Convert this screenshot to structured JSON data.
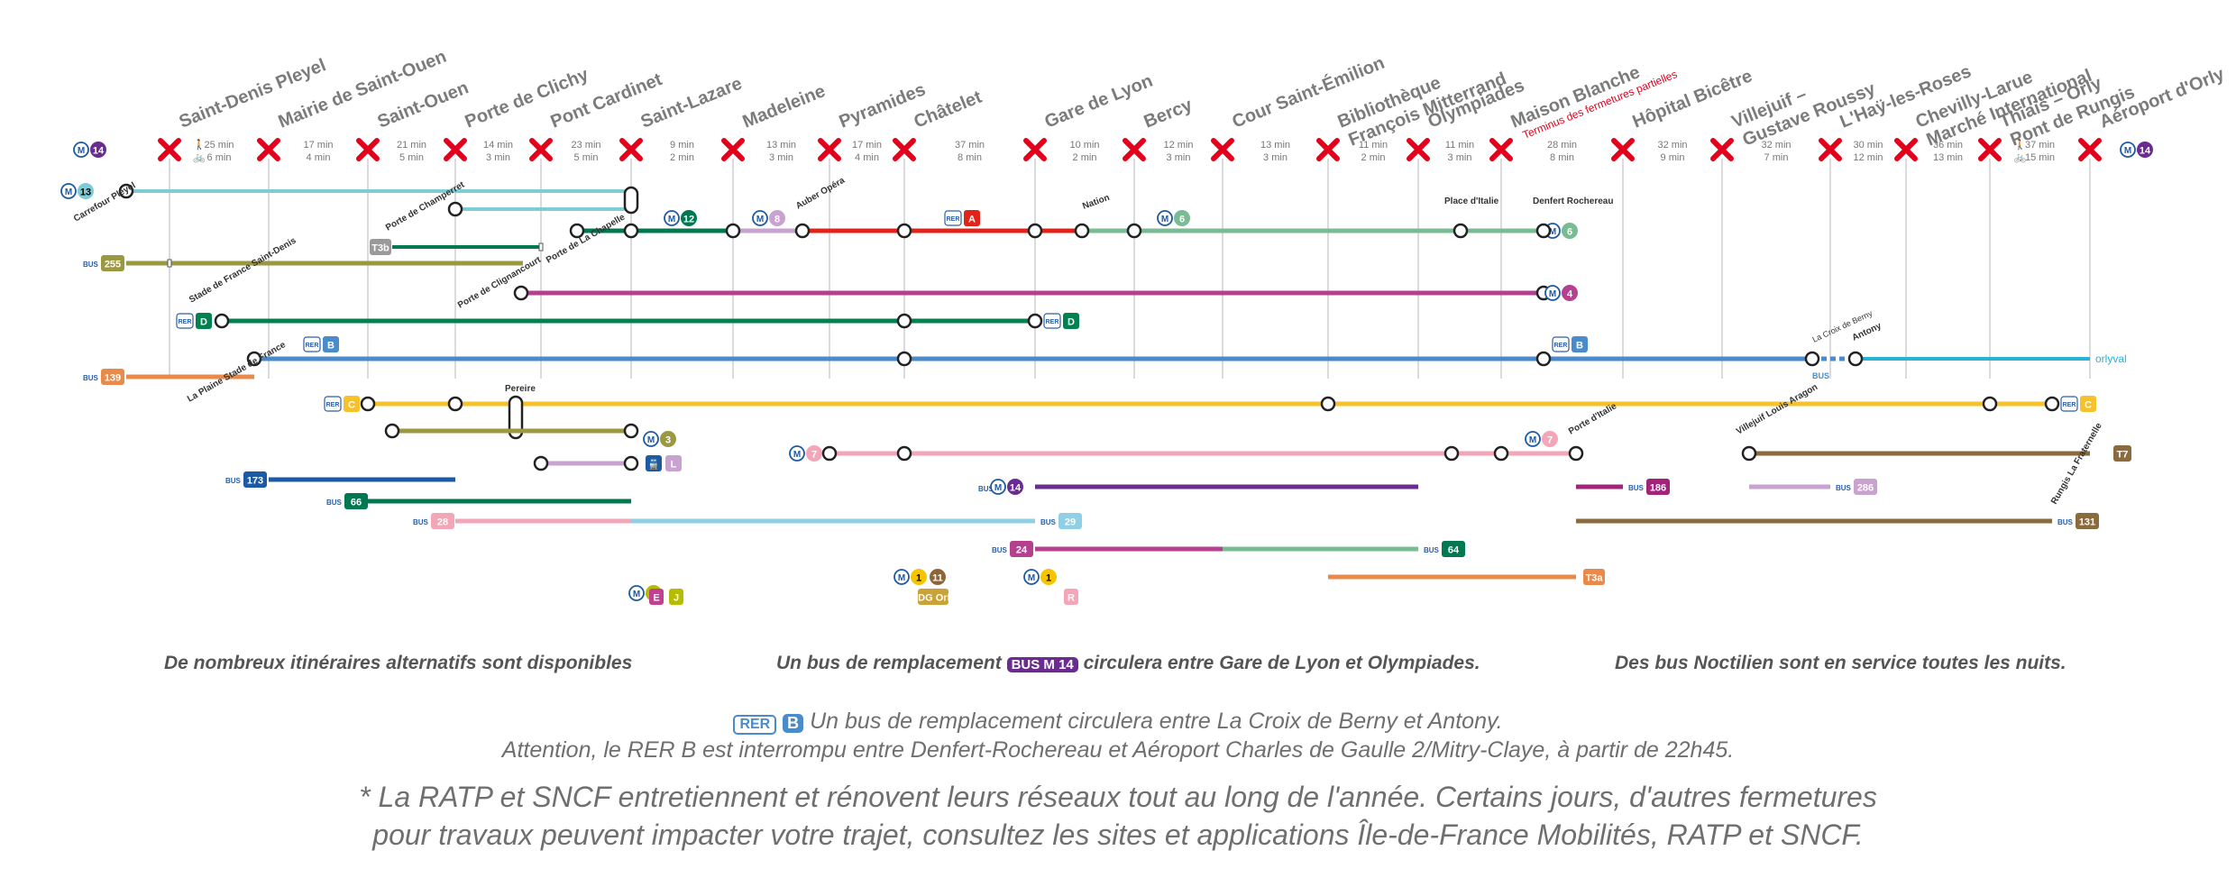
{
  "line": {
    "number": "14",
    "color": "#6a2c91",
    "metro_label": "M"
  },
  "stations": [
    {
      "name": "Saint-Denis Pleyel",
      "sub": "",
      "closed": true
    },
    {
      "name": "Mairie de Saint-Ouen",
      "sub": "",
      "closed": true
    },
    {
      "name": "Saint-Ouen",
      "sub": "",
      "closed": true
    },
    {
      "name": "Porte de Clichy",
      "sub": "",
      "closed": true
    },
    {
      "name": "Pont Cardinet",
      "sub": "",
      "closed": true
    },
    {
      "name": "Saint-Lazare",
      "sub": "",
      "closed": true
    },
    {
      "name": "Madeleine",
      "sub": "",
      "closed": true
    },
    {
      "name": "Pyramides",
      "sub": "",
      "closed": true
    },
    {
      "name": "Châtelet",
      "sub": "",
      "closed": true
    },
    {
      "name": "Gare de Lyon",
      "sub": "",
      "closed": true
    },
    {
      "name": "Bercy",
      "sub": "",
      "closed": true
    },
    {
      "name": "Cour Saint-Émilion",
      "sub": "",
      "closed": true
    },
    {
      "name": "Bibliothèque",
      "sub": "François Mitterrand",
      "closed": true
    },
    {
      "name": "Olympiades",
      "sub": "",
      "closed": true
    },
    {
      "name": "Maison Blanche",
      "sub": "Terminus des fermetures partielles",
      "closed": true
    },
    {
      "name": "Hôpital Bicêtre",
      "sub": "",
      "closed": true
    },
    {
      "name": "Villejuif –",
      "sub": "Gustave Roussy",
      "closed": true
    },
    {
      "name": "L'Haÿ-les-Roses",
      "sub": "",
      "closed": true
    },
    {
      "name": "Chevilly-Larue",
      "sub": "Marché International",
      "closed": true
    },
    {
      "name": "Thiais – Orly",
      "sub": "Pont de Rungis",
      "closed": true
    },
    {
      "name": "Aéroport d'Orly",
      "sub": "",
      "closed": true
    }
  ],
  "times": [
    {
      "top": "25 min",
      "bottom": "6 min",
      "mode": "walk-bike"
    },
    {
      "top": "17 min",
      "bottom": "4 min"
    },
    {
      "top": "21 min",
      "bottom": "5 min"
    },
    {
      "top": "14 min",
      "bottom": "3 min"
    },
    {
      "top": "23 min",
      "bottom": "5 min"
    },
    {
      "top": "9 min",
      "bottom": "2 min"
    },
    {
      "top": "13 min",
      "bottom": "3 min"
    },
    {
      "top": "17 min",
      "bottom": "4 min"
    },
    {
      "top": "37 min",
      "bottom": "8 min"
    },
    {
      "top": "10 min",
      "bottom": "2 min"
    },
    {
      "top": "12 min",
      "bottom": "3 min"
    },
    {
      "top": "13 min",
      "bottom": "3 min"
    },
    {
      "top": "11 min",
      "bottom": "2 min"
    },
    {
      "top": "11 min",
      "bottom": "3 min"
    },
    {
      "top": "28 min",
      "bottom": "8 min"
    },
    {
      "top": "32 min",
      "bottom": "9 min"
    },
    {
      "top": "32 min",
      "bottom": "7 min"
    },
    {
      "top": "30 min",
      "bottom": "12 min"
    },
    {
      "top": "36 min",
      "bottom": "13 min"
    },
    {
      "top": "37 min",
      "bottom": "15 min",
      "mode": "walk-bike"
    }
  ],
  "connection_labels": {
    "carrefour_pleyel": "Carrefour Pleyel",
    "porte_champerret": "Porte de Champerret",
    "porte_chapelle": "Porte de La Chapelle",
    "porte_clignancourt": "Porte de Clignancourt",
    "stade_de_france": "Stade de France Saint-Denis",
    "la_plaine": "La Plaine Stade de France",
    "pereire": "Pereire",
    "auber": "Auber Opéra",
    "nation": "Nation",
    "place_italie": "Place d'Italie",
    "denfert": "Denfert Rochereau",
    "porte_italie": "Porte d'Italie",
    "villejuif_aragon": "Villejuif Louis Aragon",
    "croix_berny": "La Croix de Berny",
    "antony": "Antony",
    "rungis": "Rungis La Fraternelle",
    "orlyval": "orlyval"
  },
  "badges": {
    "m13": "13",
    "m12": "12",
    "m8": "8",
    "m6": "6",
    "m4": "4",
    "m3": "3",
    "m7": "7",
    "m9": "9",
    "m1": "1",
    "m11": "11",
    "m14": "14",
    "rer_a": "A",
    "rer_b": "B",
    "rer_c": "C",
    "rer_d": "D",
    "rer_e": "E",
    "l": "L",
    "j": "J",
    "r": "R",
    "bus_255": "255",
    "bus_139": "139",
    "bus_173": "173",
    "bus_66": "66",
    "bus_28": "28",
    "bus_29": "29",
    "bus_24": "24",
    "bus_64": "64",
    "bus_186": "186",
    "bus_286": "286",
    "bus_131": "131",
    "t3b": "T3b",
    "t3a": "T3a",
    "t7": "T7",
    "cdg_orly": "CDG Orly",
    "bus_word": "BUS",
    "rer_word": "RER"
  },
  "footer": {
    "left": "De nombreux itinéraires alternatifs sont disponibles",
    "middle_pre": "Un bus de remplacement",
    "middle_badge": "BUS M 14",
    "middle_post": "circulera entre Gare de Lyon et Olympiades.",
    "right": "Des bus Noctilien sont en service toutes les nuits.",
    "rer_b_line1": "Un bus de remplacement circulera entre La Croix de Berny et Antony.",
    "rer_b_line2": "Attention, le RER B est interrompu entre Denfert-Rochereau et Aéroport Charles de Gaulle 2/Mitry-Claye, à partir de 22h45.",
    "note1": "* La RATP et SNCF entretiennent et rénovent leurs réseaux tout au long de l'année. Certains jours, d'autres fermetures",
    "note2": "pour travaux peuvent impacter votre trajet, consultez les sites et applications Île-de-France Mobilités, RATP et SNCF."
  },
  "colors": {
    "m14": "#6a2c91",
    "m13": "#7ecdd4",
    "m12": "#007852",
    "m8": "#c9a3cf",
    "m6": "#79bb92",
    "m4": "#b5408f",
    "m3": "#9b9842",
    "m7": "#f4a6b9",
    "m9": "#b6bd00",
    "m1": "#f6c500",
    "m11": "#8d6538",
    "rer_a": "#e2231a",
    "rer_b": "#4a8ccb",
    "rer_c": "#f6c12b",
    "rer_d": "#00814f",
    "rer_e": "#c04191",
    "closed": "#e3001b",
    "gray": "#8a8a8a"
  }
}
